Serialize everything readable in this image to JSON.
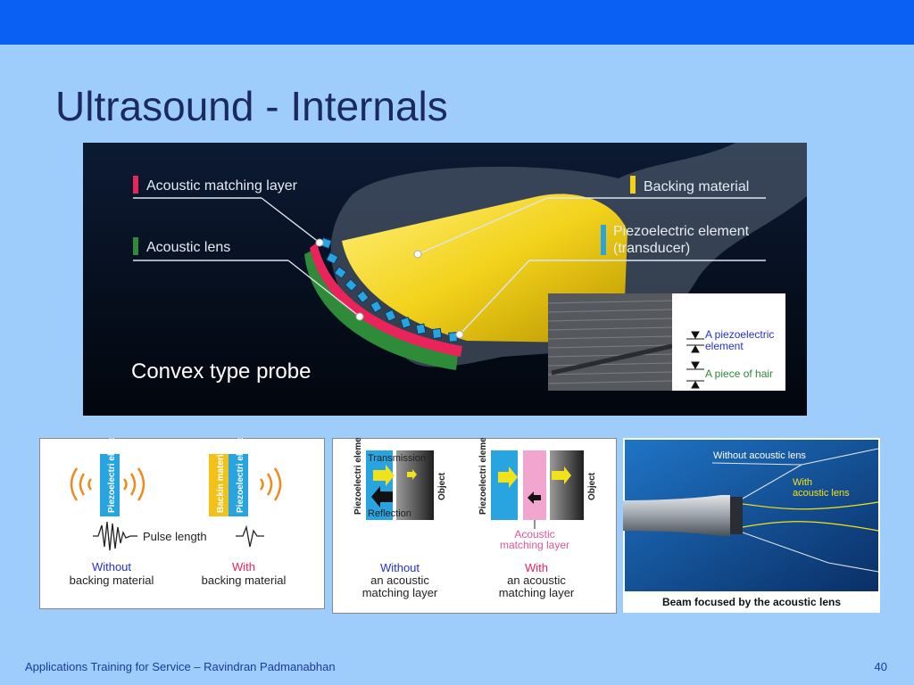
{
  "slide": {
    "title": "Ultrasound - Internals",
    "footer": "Applications Training for Service – Ravindran Padmanabhan",
    "page_number": "40"
  },
  "probe": {
    "acoustic_matching_layer": "Acoustic matching layer",
    "acoustic_lens": "Acoustic lens",
    "backing_material": "Backing material",
    "piezo_line1": "Piezoelectric element",
    "piezo_line2": "(transducer)",
    "probe_type": "Convex type probe",
    "inset_piezo_line1": "A piezoelectric",
    "inset_piezo_line2": "element",
    "inset_hair": "A piece of hair"
  },
  "backing": {
    "piezo_label": "Piezoelectri element",
    "backin_label": "Backin material",
    "pulse_length": "Pulse length",
    "without": "Without",
    "without_sub": "backing material",
    "with": "With",
    "with_sub": "backing material"
  },
  "matching": {
    "piezo_label": "Piezoelectri element",
    "transmission": "Transmission",
    "reflection": "Reflection",
    "object": "Object",
    "acoustic_line1": "Acoustic",
    "acoustic_line2": "matching layer",
    "without": "Without",
    "without_sub1": "an acoustic",
    "without_sub2": "matching layer",
    "with": "With",
    "with_sub1": "an acoustic",
    "with_sub2": "matching layer"
  },
  "lens": {
    "without_lens": "Without acoustic lens",
    "with_line1": "With",
    "with_line2": "acoustic lens",
    "caption": "Beam focused by the acoustic lens"
  },
  "colors": {
    "topbar": "#0b60f4",
    "background": "#9ecdfc",
    "title": "#1a2a5e",
    "matching_layer": "#e8245a",
    "lens": "#2e8b3a",
    "backing": "#f2d21b",
    "piezo": "#28a4e0"
  }
}
